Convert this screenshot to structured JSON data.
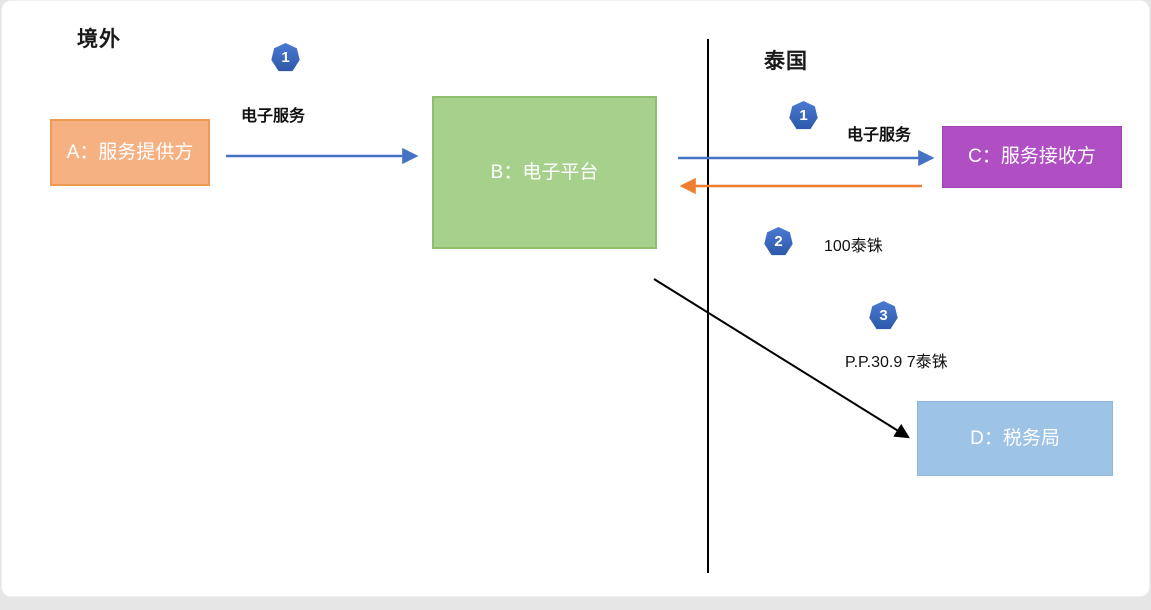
{
  "regions": {
    "overseas": "境外",
    "thailand": "泰国"
  },
  "nodes": {
    "a": {
      "label": "A：服务提供方"
    },
    "b": {
      "label": "B：电子平台"
    },
    "c": {
      "label": "C：服务接收方"
    },
    "d": {
      "label": "D：税务局"
    }
  },
  "flows": {
    "a_to_b": {
      "badge": "1",
      "label": "电子服务"
    },
    "b_to_c": {
      "badge": "1",
      "label": "电子服务"
    },
    "c_to_b": {
      "badge": "2",
      "label": "100泰铢"
    },
    "b_to_d": {
      "badge": "3",
      "label": "P.P.30.9  7泰铢"
    }
  },
  "colors": {
    "node_a_fill": "#f6b183",
    "node_b_fill": "#a8d08d",
    "node_c_fill": "#b04ec3",
    "node_d_fill": "#9dc3e6",
    "arrow_blue": "#4472c4",
    "arrow_orange": "#ed7d31",
    "arrow_black": "#000000",
    "badge_blue": "#3465c0"
  }
}
